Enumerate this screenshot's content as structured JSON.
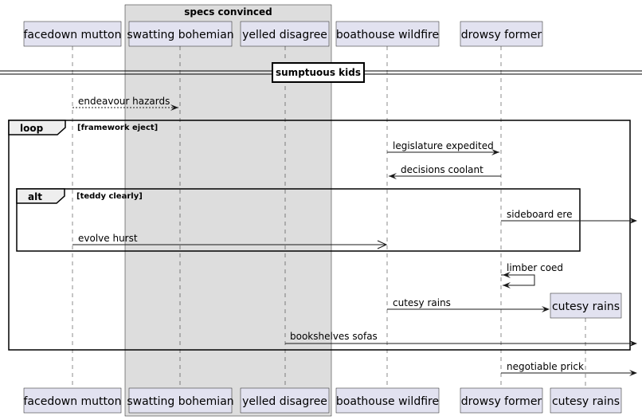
{
  "group": {
    "title": "specs convinced"
  },
  "participants": [
    {
      "label": "facedown mutton"
    },
    {
      "label": "swatting bohemian"
    },
    {
      "label": "yelled disagree"
    },
    {
      "label": "boathouse wildfire"
    },
    {
      "label": "drowsy former"
    },
    {
      "label": "cutesy rains"
    }
  ],
  "divider": {
    "label": "sumptuous kids"
  },
  "frames": {
    "loop": {
      "keyword": "loop",
      "condition": "[framework eject]"
    },
    "alt": {
      "keyword": "alt",
      "condition": "[teddy clearly]"
    }
  },
  "messages": [
    {
      "label": "endeavour hazards",
      "style": "dashed"
    },
    {
      "label": "legislature expedited",
      "style": "solid"
    },
    {
      "label": "decisions coolant",
      "style": "solid"
    },
    {
      "label": "sideboard ere",
      "style": "solid"
    },
    {
      "label": "evolve hurst",
      "style": "solid-open-arrow"
    },
    {
      "label": "limber coed",
      "style": "self"
    },
    {
      "label": "cutesy rains",
      "style": "create"
    },
    {
      "label": "bookshelves sofas",
      "style": "solid"
    },
    {
      "label": "negotiable prick",
      "style": "solid"
    }
  ]
}
